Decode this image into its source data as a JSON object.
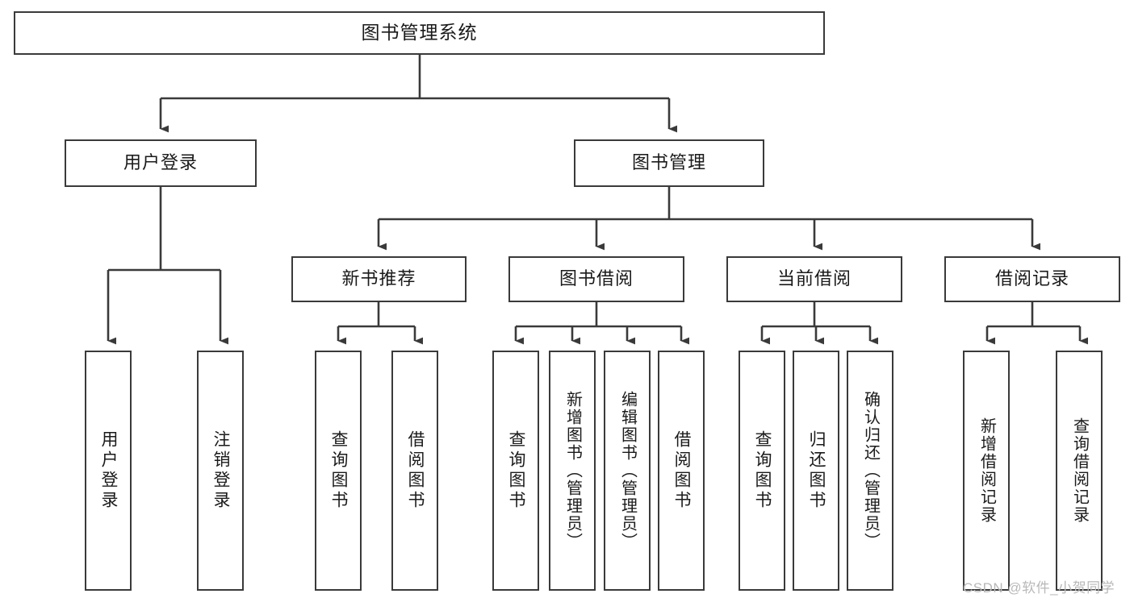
{
  "diagram": {
    "type": "hierarchy-tree",
    "title": "图书管理系统",
    "root": {
      "label": "图书管理系统"
    },
    "level1": [
      {
        "label": "用户登录"
      },
      {
        "label": "图书管理"
      }
    ],
    "level2": [
      {
        "label": "新书推荐"
      },
      {
        "label": "图书借阅"
      },
      {
        "label": "当前借阅"
      },
      {
        "label": "借阅记录"
      }
    ],
    "leaves": {
      "user_login": [
        {
          "label": "用户登录"
        },
        {
          "label": "注销登录"
        }
      ],
      "new_book": [
        {
          "label": "查询图书"
        },
        {
          "label": "借阅图书"
        }
      ],
      "book_borrow": [
        {
          "label": "查询图书"
        },
        {
          "label": "新增图书（管理员）"
        },
        {
          "label": "编辑图书（管理员）"
        },
        {
          "label": "借阅图书"
        }
      ],
      "current_borrow": [
        {
          "label": "查询图书"
        },
        {
          "label": "归还图书"
        },
        {
          "label": "确认归还（管理员）"
        }
      ],
      "borrow_record": [
        {
          "label": "新增借阅记录"
        },
        {
          "label": "查询借阅记录"
        }
      ]
    }
  },
  "watermark": {
    "text": "CSDN @软件_小贺同学"
  },
  "colors": {
    "border": "#3a3a3a",
    "text": "#1a1a1a",
    "background": "#ffffff",
    "watermark": "#b8b8b8"
  }
}
